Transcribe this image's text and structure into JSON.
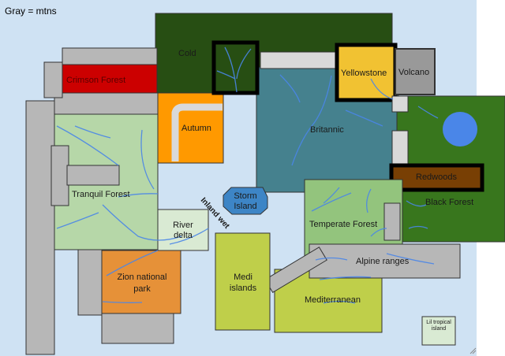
{
  "legend": {
    "text": "Gray = mtns"
  },
  "colors": {
    "ocean": "#cfe2f3",
    "cold": "#274e13",
    "crimson": "#cc0000",
    "autumn": "#ff9900",
    "tranquil": "#b6d7a8",
    "britannic": "#45818e",
    "yellowstone": "#f1c232",
    "volcano": "#999999",
    "black_forest": "#38761d",
    "lake": "#4a86e8",
    "redwoods": "#783f04",
    "temperate": "#93c47d",
    "storm": "#3d85c6",
    "river_delta": "#d9ead3",
    "zion": "#e69138",
    "medi": "#bfcf4a",
    "mountain": "#b7b7b7",
    "river": "#4a86e8"
  },
  "regions": {
    "cold": "Cold",
    "crimson_forest": "Crimson Forest",
    "autumn": "Autumn",
    "britannic": "Britannic",
    "yellowstone": "Yellowstone",
    "volcano": "Volcano",
    "redwoods": "Redwoods",
    "black_forest": "Black Forest",
    "tranquil_forest": "Tranquil Forest",
    "storm_island": "Storm Island",
    "inland_wet": "Inland wet",
    "river_delta": "River delta",
    "temperate_forest": "Temperate Forest",
    "alpine_ranges": "Alpine ranges",
    "zion_national_park": "Zion national park",
    "medi_islands": "Medi islands",
    "mediterranean": "Mediterranean",
    "lil_tropical_island": "Lil tropical island"
  }
}
